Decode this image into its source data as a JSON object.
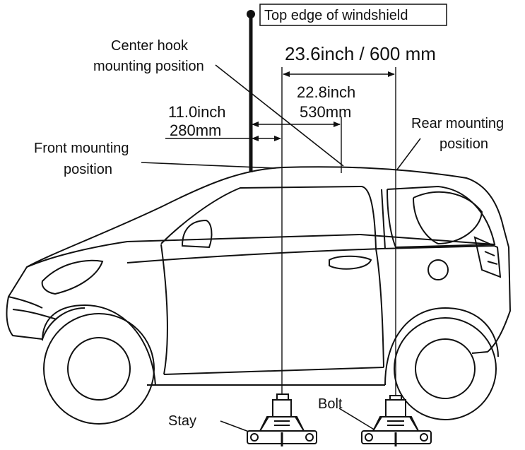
{
  "labels": {
    "top_edge": "Top edge of windshield",
    "center_hook_1": "Center hook",
    "center_hook_2": "mounting position",
    "dim_600": "23.6inch / 600 mm",
    "dim_530_a": "22.8inch",
    "dim_530_b": "530mm",
    "dim_280_a": "11.0inch",
    "dim_280_b": "280mm",
    "rear_1": "Rear mounting",
    "rear_2": "position",
    "front_1": "Front mounting",
    "front_2": "position",
    "stay": "Stay",
    "bolt": "Bolt"
  }
}
